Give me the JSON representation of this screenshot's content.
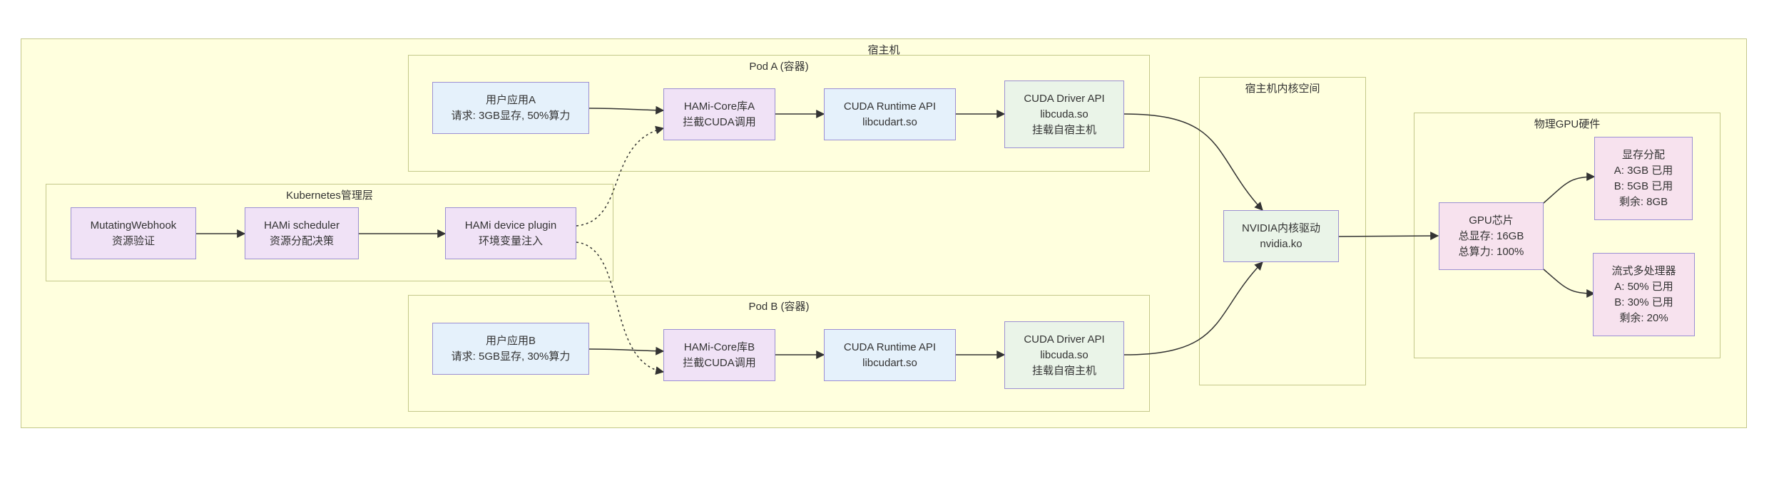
{
  "clusters": {
    "host": "宿主机",
    "pod_a": "Pod A (容器)",
    "k8s": "Kubernetes管理层",
    "pod_b": "Pod B (容器)",
    "kernel": "宿主机内核空间",
    "gpu_hw": "物理GPU硬件"
  },
  "nodes": {
    "app_a": [
      "用户应用A",
      "请求: 3GB显存, 50%算力"
    ],
    "hami_core_a": [
      "HAMi-Core库A",
      "拦截CUDA调用"
    ],
    "runtime_a": [
      "CUDA Runtime API",
      "libcudart.so"
    ],
    "driver_a": [
      "CUDA Driver API",
      "libcuda.so",
      "挂载自宿主机"
    ],
    "webhook": [
      "MutatingWebhook",
      "资源验证"
    ],
    "scheduler": [
      "HAMi scheduler",
      "资源分配决策"
    ],
    "device_plugin": [
      "HAMi device plugin",
      "环境变量注入"
    ],
    "app_b": [
      "用户应用B",
      "请求: 5GB显存, 30%算力"
    ],
    "hami_core_b": [
      "HAMi-Core库B",
      "拦截CUDA调用"
    ],
    "runtime_b": [
      "CUDA Runtime API",
      "libcudart.so"
    ],
    "driver_b": [
      "CUDA Driver API",
      "libcuda.so",
      "挂载自宿主机"
    ],
    "nvidia_driver": [
      "NVIDIA内核驱动",
      "nvidia.ko"
    ],
    "gpu_chip": [
      "GPU芯片",
      "总显存: 16GB",
      "总算力: 100%"
    ],
    "mem_alloc": [
      "显存分配",
      "A: 3GB 已用",
      "B: 5GB 已用",
      "剩余: 8GB"
    ],
    "sm": [
      "流式多处理器",
      "A: 50% 已用",
      "B: 30% 已用",
      "剩余: 20%"
    ]
  },
  "colors": {
    "cluster_fill": "#ffffde",
    "cluster_border": "#c4c88a",
    "node_border": "#9b8fd3",
    "blue_fill": "#e5f1fb",
    "purple_fill": "#f0e2f6",
    "green_fill": "#eaf4e8",
    "pink_fill": "#f7e2ee",
    "edge": "#333333"
  }
}
